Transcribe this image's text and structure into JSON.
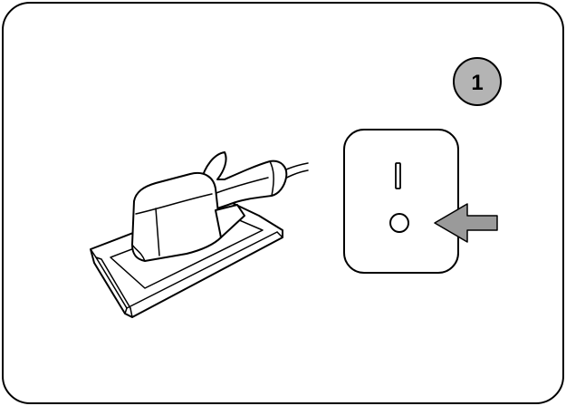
{
  "step_badge": {
    "number": "1"
  },
  "switch": {
    "on_symbol": "I",
    "off_symbol": "O",
    "pressed_position": "O"
  },
  "icons": {
    "tool": "sander-icon",
    "switch": "power-switch-icon",
    "arrow": "arrow-left-icon"
  },
  "colors": {
    "badge_fill": "#b4b4b4",
    "arrow_fill": "#9a9a9a",
    "line": "#000000",
    "background": "#ffffff"
  }
}
